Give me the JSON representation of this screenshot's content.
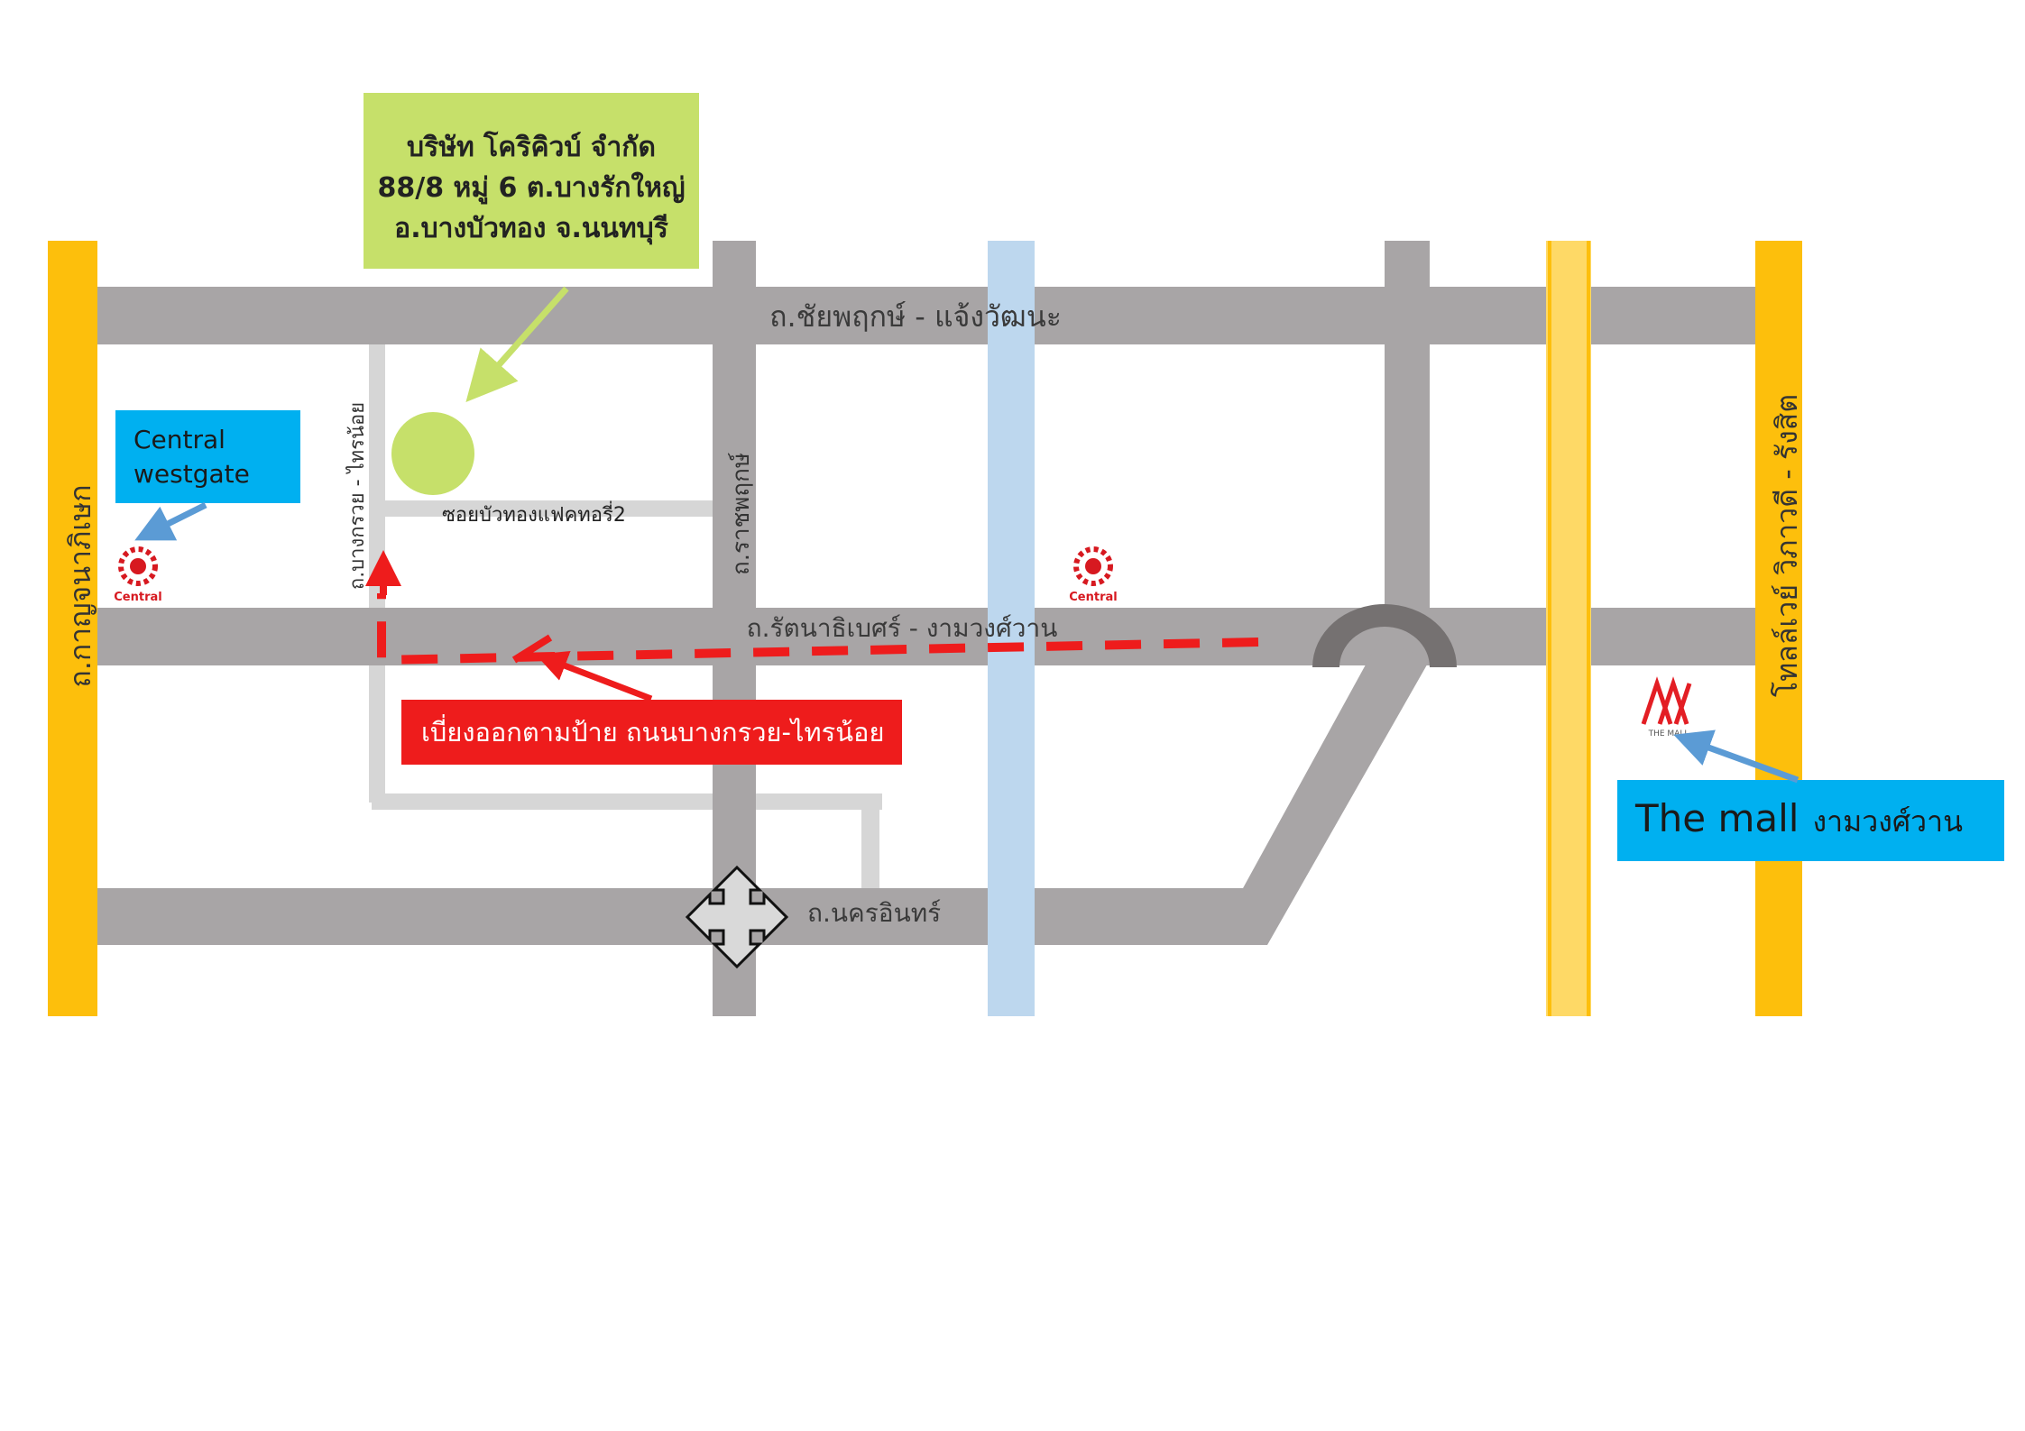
{
  "company": {
    "name": "บริษัท โคริคิวบ์ จำกัด",
    "address_line1": "88/8 หมู่ 6 ต.บางรักใหญ่",
    "address_line2": "อ.บางบัวทอง จ.นนทบุรี"
  },
  "roads": {
    "top": "ถ.ชัยพฤกษ์ - แจ้งวัฒนะ",
    "middle": "ถ.รัตนาธิเบศร์ - งามวงศ์วาน",
    "bottom": "ถ.นครอินทร์",
    "left": "ถ.กาญจนาภิเษก",
    "right": "โทลล์เวย์ วิภาวดี - รังสิต",
    "bangkruai": "ถ.บางกรวย - ไทรน้อย",
    "ratchaphruek": "ถ.ราชพฤกษ์",
    "soi": "ซอยบัวทองแฟคทอรี่2"
  },
  "places": {
    "central_westgate": {
      "line1": "Central",
      "line2": "westgate"
    },
    "central_logo_text": "Central",
    "the_mall": {
      "name": "The mall",
      "suffix": "งามวงศ์วาน"
    },
    "the_mall_logo_text": "THE MALL"
  },
  "directions": {
    "exit_note": "เบี่ยงออกตามป้าย ถนนบางกรวย-ไทรน้อย"
  },
  "colors": {
    "road_gray": "#a8a5a6",
    "light_road": "#d6d6d6",
    "highway_orange": "#fdbf0c",
    "tollway_yellow": "#fed966",
    "canal_blue": "#bdd7ee",
    "company_green": "#c6e06a",
    "callout_blue": "#00b0f0",
    "route_red": "#ee1c1c"
  }
}
